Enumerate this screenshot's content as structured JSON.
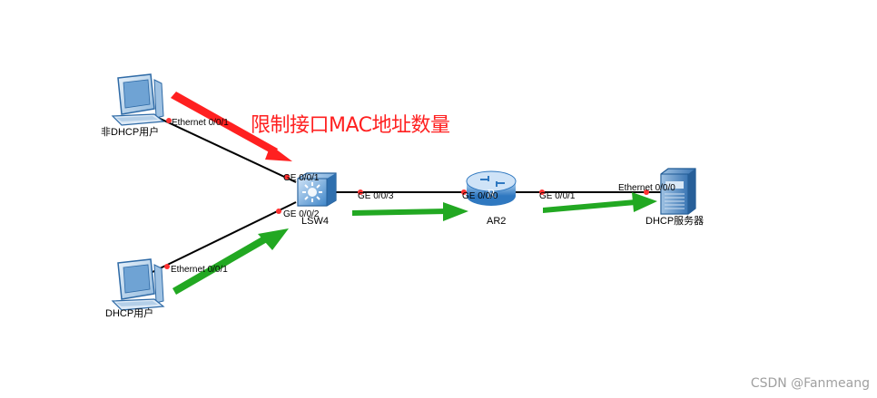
{
  "title": "限制接口MAC地址数量",
  "watermark": "CSDN @Fanmeang",
  "devices": {
    "pc1": {
      "name": "非DHCP用户",
      "port": "Ethernet 0/0/1",
      "icon": "pc-icon"
    },
    "pc2": {
      "name": "DHCP用户",
      "port": "Ethernet 0/0/1",
      "icon": "pc-icon"
    },
    "switch": {
      "name": "LSW4",
      "ports": [
        "GE 0/0/1",
        "GE 0/0/2",
        "GE 0/0/3"
      ],
      "icon": "switch-icon"
    },
    "router": {
      "name": "AR2",
      "ports": [
        "GE 0/0/0",
        "GE 0/0/1"
      ],
      "icon": "router-icon"
    },
    "server": {
      "name": "DHCP服务器",
      "port": "Ethernet 0/0/0",
      "icon": "server-icon"
    }
  },
  "colors": {
    "link": "#000000",
    "port_dot": "#ff3030",
    "arrow_red": "#ff2020",
    "arrow_green": "#22a822",
    "title": "#ff2020"
  }
}
